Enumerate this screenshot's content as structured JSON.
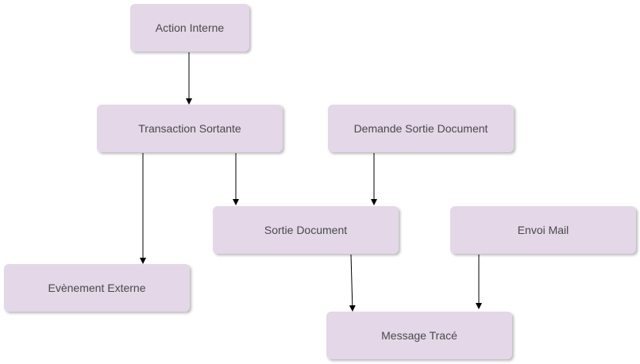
{
  "diagram": {
    "nodes": {
      "action_interne": "Action Interne",
      "transaction_sortante": "Transaction Sortante",
      "demande_sortie_document": "Demande Sortie Document",
      "sortie_document": "Sortie Document",
      "envoi_mail": "Envoi Mail",
      "evenement_externe": "Evènement Externe",
      "message_trace": "Message Tracé"
    },
    "edges": [
      {
        "from": "action_interne",
        "to": "transaction_sortante"
      },
      {
        "from": "transaction_sortante",
        "to": "evenement_externe"
      },
      {
        "from": "transaction_sortante",
        "to": "sortie_document"
      },
      {
        "from": "demande_sortie_document",
        "to": "sortie_document"
      },
      {
        "from": "sortie_document",
        "to": "message_trace"
      },
      {
        "from": "envoi_mail",
        "to": "message_trace"
      }
    ],
    "colors": {
      "node_fill": "#e3d7e8",
      "node_text": "#4a4a4a",
      "arrow": "#000000"
    }
  }
}
